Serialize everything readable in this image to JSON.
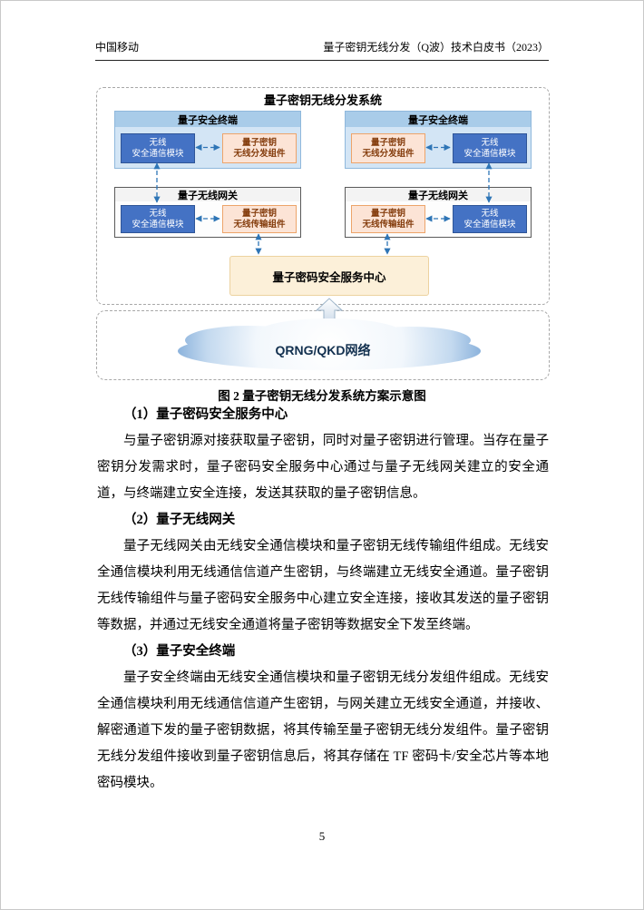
{
  "header": {
    "left": "中国移动",
    "right": "量子密钥无线分发（Q波）技术白皮书（2023）"
  },
  "diagram": {
    "title": "量子密钥无线分发系统",
    "terminal_label": "量子安全终端",
    "gateway_label": "量子无线网关",
    "wireless_module": "无线\n安全通信模块",
    "distribution_component": "量子密钥\n无线分发组件",
    "transmission_component": "量子密钥\n无线传输组件",
    "service_center": "量子密码安全服务中心",
    "cloud": "QRNG/QKD网络",
    "colors": {
      "terminal_bg": "#d3e5f5",
      "terminal_header_bg": "#a9cce9",
      "module_blue": "#4472c4",
      "component_orange_bg": "#fce4d6",
      "component_orange_text": "#843c0c",
      "service_center_bg": "#fcf0d9",
      "arrow_blue": "#2e75b6",
      "cloud_edge_blue": "#6f9fd2"
    }
  },
  "caption": "图 2 量子密钥无线分发系统方案示意图",
  "sections": [
    {
      "heading": "（1）量子密码安全服务中心",
      "body": "与量子密钥源对接获取量子密钥，同时对量子密钥进行管理。当存在量子密钥分发需求时，量子密码安全服务中心通过与量子无线网关建立的安全通道，与终端建立安全连接，发送其获取的量子密钥信息。"
    },
    {
      "heading": "（2）量子无线网关",
      "body": "量子无线网关由无线安全通信模块和量子密钥无线传输组件组成。无线安全通信模块利用无线通信信道产生密钥，与终端建立无线安全通道。量子密钥无线传输组件与量子密码安全服务中心建立安全连接，接收其发送的量子密钥等数据，并通过无线安全通道将量子密钥等数据安全下发至终端。"
    },
    {
      "heading": "（3）量子安全终端",
      "body": "量子安全终端由无线安全通信模块和量子密钥无线分发组件组成。无线安全通信模块利用无线通信信道产生密钥，与网关建立无线安全通道，并接收、解密通道下发的量子密钥数据，将其传输至量子密钥无线分发组件。量子密钥无线分发组件接收到量子密钥信息后，将其存储在 TF 密码卡/安全芯片等本地密码模块。"
    }
  ],
  "page_number": "5"
}
